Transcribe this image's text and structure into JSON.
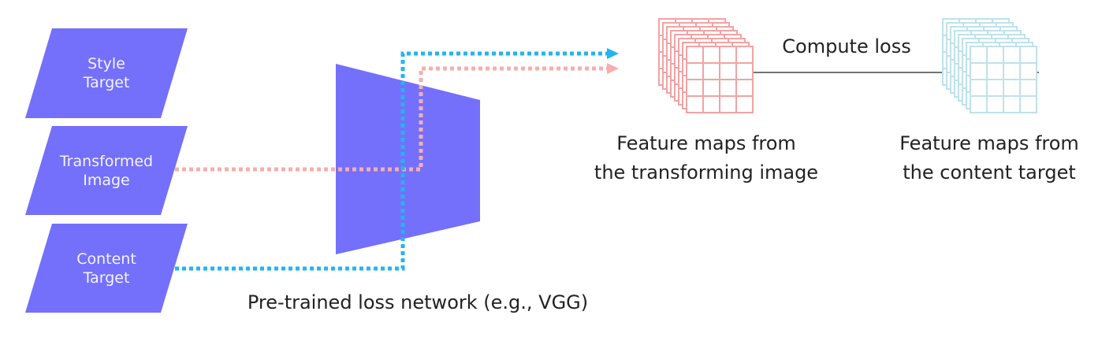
{
  "inputs": {
    "style": {
      "line1": "Style",
      "line2": "Target"
    },
    "transformed": {
      "line1": "Transformed",
      "line2": "Image"
    },
    "content": {
      "line1": "Content",
      "line2": "Target"
    }
  },
  "network": {
    "label": "Pre-trained loss network (e.g., VGG)"
  },
  "feature_maps": {
    "transforming": {
      "line1": "Feature maps from",
      "line2": "the transforming image"
    },
    "content": {
      "line1": "Feature maps from",
      "line2": "the content target"
    }
  },
  "loss": {
    "label": "Compute loss"
  },
  "colors": {
    "shape_fill": "#7470fb",
    "transformed_path": "#f7aeae",
    "content_path": "#22b5ee",
    "transforming_grid": "#f2a3a3",
    "content_grid": "#bfe1ec"
  }
}
